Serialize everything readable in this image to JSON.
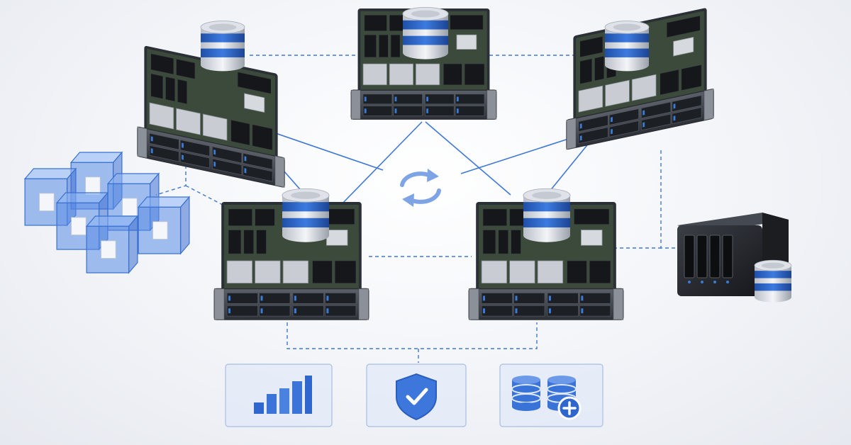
{
  "diagram": {
    "accent_color": "#3f78d6",
    "server_count": 5,
    "nodes": [
      {
        "id": "server-top-left",
        "icon": "database-icon"
      },
      {
        "id": "server-top-center",
        "icon": "database-icon"
      },
      {
        "id": "server-top-right",
        "icon": "database-icon"
      },
      {
        "id": "server-bottom-left",
        "icon": "database-icon"
      },
      {
        "id": "server-bottom-right",
        "icon": "database-icon"
      },
      {
        "id": "nas-storage",
        "icon": "database-icon"
      },
      {
        "id": "container-cluster",
        "icon": "cube-icon"
      }
    ],
    "center_icon": "sync-icon",
    "feature_cards": [
      {
        "icon": "bar-chart-icon"
      },
      {
        "icon": "shield-check-icon"
      },
      {
        "icon": "database-add-icon"
      }
    ]
  }
}
